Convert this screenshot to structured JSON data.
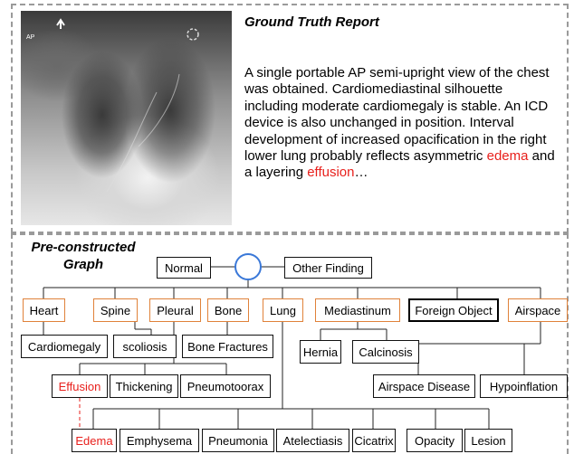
{
  "xray": {
    "image_label": "AP"
  },
  "report": {
    "title": "Ground Truth Report",
    "text_before": "A single portable AP semi-upright view of the chest was obtained. Cardiomediastinal silhouette including moderate cardiomegaly is stable. An ICD device is also unchanged in position. Interval development of increased opacification in the right lower lung probably reflects asymmetric ",
    "highlight_1": "edema",
    "text_middle": " and a layering ",
    "highlight_2": "effusion",
    "text_after": "…"
  },
  "graph": {
    "title_line1": "Pre-constructed",
    "title_line2": "Graph",
    "root": {
      "left": "Normal",
      "right": "Other Finding"
    },
    "categories": [
      "Heart",
      "Spine",
      "Pleural",
      "Bone",
      "Lung",
      "Mediastinum",
      "Foreign Object",
      "Airspace"
    ],
    "heart_children": [
      "Cardiomegaly"
    ],
    "spine_children": [
      "scoliosis"
    ],
    "bone_children": [
      "Bone Fractures"
    ],
    "mediastinum_children": [
      "Hernia",
      "Calcinosis"
    ],
    "airspace_children": [
      "Airspace Disease",
      "Hypoinflation"
    ],
    "pleural_children": [
      "Effusion",
      "Thickening",
      "Pneumotoorax"
    ],
    "lung_children": [
      "Edema",
      "Emphysema",
      "Pneumonia",
      "Atelectiasis",
      "Cicatrix",
      "Opacity",
      "Lesion"
    ],
    "colors": {
      "category_border": "#e0823a",
      "highlight_text": "#e8201c",
      "root_circle": "#3a78d8"
    }
  }
}
